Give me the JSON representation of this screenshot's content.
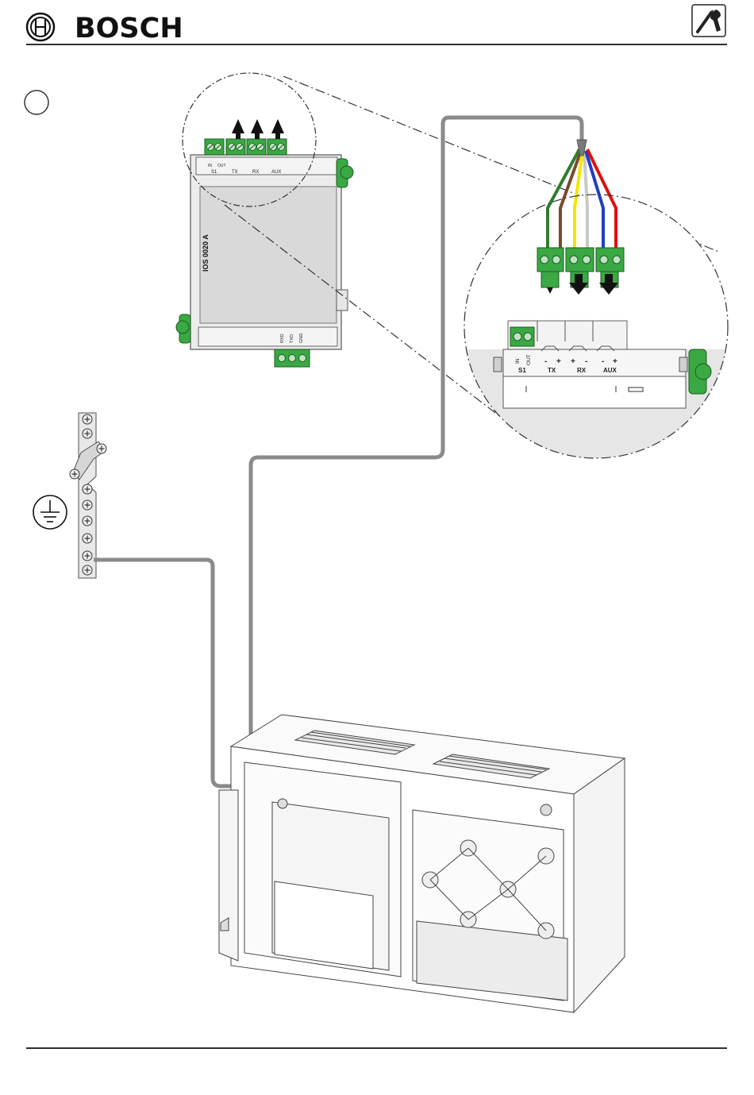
{
  "header": {
    "brand_name": "BOSCH",
    "logo_icon": "bosch-armature-logo",
    "tool_icon": "screwdriver-wrench-icon"
  },
  "step_marker": {
    "icon": "empty-step-circle",
    "text": ""
  },
  "module": {
    "part_number": "IOS 0020 A",
    "top_terminals": {
      "switch_in": "IN",
      "switch_out": "OUT",
      "s1": "S1",
      "tx": "TX",
      "rx": "RX",
      "aux": "AUX"
    },
    "bottom_terminals": [
      "RXD",
      "TXD",
      "GND"
    ]
  },
  "detail_view": {
    "switch_in": "IN",
    "switch_out": "OUT",
    "s1": "S1",
    "tx": "TX",
    "rx": "RX",
    "aux": "AUX",
    "minus": "-",
    "plus": "+"
  },
  "cable_wire_colors": [
    "#2e7d2e",
    "#7a4a2a",
    "#f2e600",
    "#c8c8c8",
    "#1f3fbf",
    "#e01010"
  ],
  "ground_symbol": "earth-ground-icon",
  "colors": {
    "terminal_green": "#3aa843",
    "cable_grey": "#8a8a8a",
    "module_grey": "#d9d9d9",
    "zoom_fill": "#e6e6e6"
  }
}
